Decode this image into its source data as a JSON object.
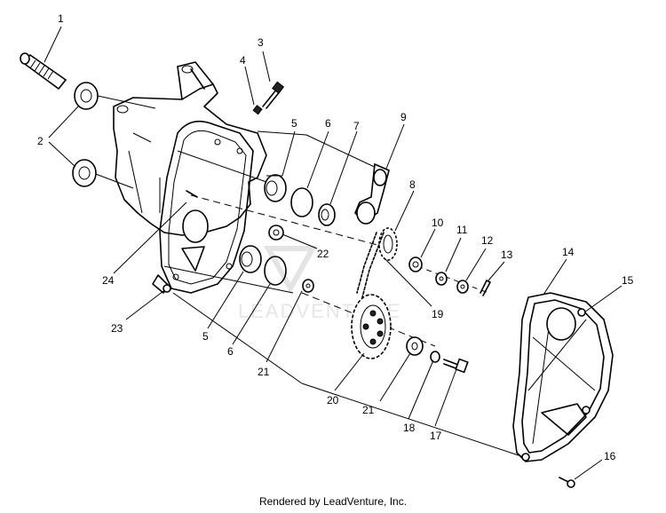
{
  "diagram": {
    "callouts": [
      "1",
      "2",
      "3",
      "4",
      "5",
      "6",
      "7",
      "8",
      "9",
      "10",
      "11",
      "12",
      "13",
      "14",
      "15",
      "16",
      "17",
      "18",
      "19",
      "20",
      "21",
      "21",
      "22",
      "23",
      "24",
      "5",
      "6"
    ],
    "watermark": "LEADVENTURE"
  },
  "footer": {
    "text": "Rendered by LeadVenture, Inc."
  }
}
